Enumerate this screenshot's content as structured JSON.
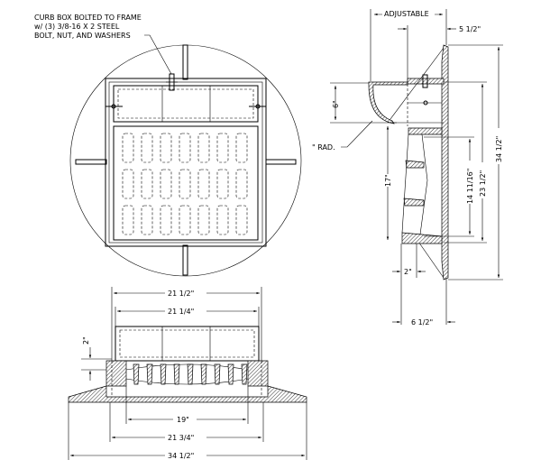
{
  "note": {
    "line1": "CURB BOX BOLTED TO FRAME",
    "line2": "w/ (3) 3/8-16 X 2 STEEL",
    "line3": "BOLT, NUT, AND WASHERS"
  },
  "side_view": {
    "adjustable": "ADJUSTABLE",
    "dim_5_5": "5 1/2\"",
    "dim_6": "6\"",
    "radius": "\" RAD.",
    "dim_17": "17\"",
    "dim_14_11_16": "14 11/16\"",
    "dim_23_5": "23 1/2\"",
    "dim_34_5": "34 1/2\"",
    "dim_2": "2\"",
    "dim_6_5": "6 1/2\""
  },
  "elevation": {
    "dim_21_5": "21 1/2\"",
    "dim_21_25": "21 1/4\"",
    "dim_2": "2\"",
    "dim_19": "19\"",
    "dim_21_75": "21 3/4\"",
    "dim_34_5": "34 1/2\""
  }
}
